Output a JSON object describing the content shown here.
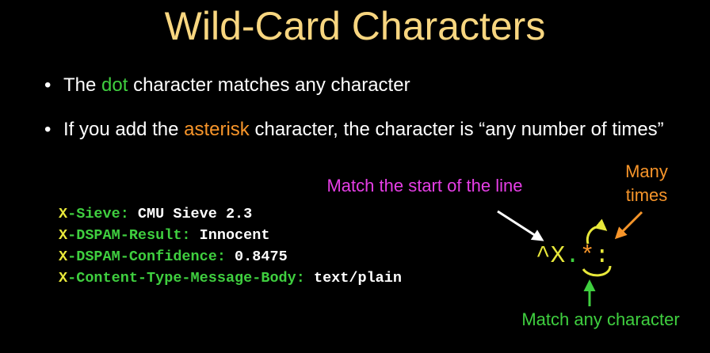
{
  "slide": {
    "title": "Wild-Card Characters",
    "bullet_symbol": "•",
    "bullets": [
      {
        "before": "The ",
        "highlight": "dot",
        "after": " character matches any character"
      },
      {
        "before": "If you add the ",
        "highlight": "asterisk",
        "after": " character, the character is “any number of times”"
      }
    ],
    "code_lines": [
      {
        "x": "X",
        "name": "-Sieve:",
        "value": " CMU Sieve 2.3"
      },
      {
        "x": "X",
        "name": "-DSPAM-Result:",
        "value": " Innocent"
      },
      {
        "x": "X",
        "name": "-DSPAM-Confidence:",
        "value": " 0.8475"
      },
      {
        "x": "X",
        "name": "-Content-Type-Message-Body:",
        "value": " text/plain"
      }
    ],
    "annotations": {
      "start": "Match the start of the line",
      "many": "Many times",
      "any": "Match any character"
    },
    "regex": {
      "caret": "^",
      "x": "X",
      "dot": ".",
      "star": "*",
      "colon": ":"
    },
    "colors": {
      "background": "#000000",
      "title": "#f8d680",
      "green": "#3fcf3f",
      "orange": "#f7952a",
      "magenta": "#e63ee6",
      "yellow": "#e8e83a",
      "text": "#ffffff"
    }
  }
}
